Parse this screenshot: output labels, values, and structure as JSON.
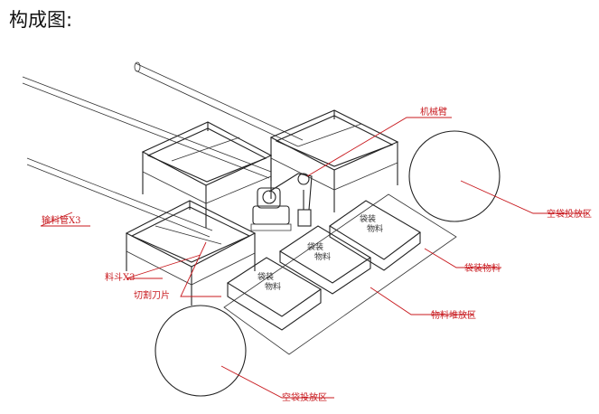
{
  "page": {
    "title": "构成图:"
  },
  "labels": {
    "robot_arm": "机械臂",
    "empty_bag_zone_right": "空袋投放区",
    "conveying_pipe": "输料管X3",
    "bagged_material": "袋装物料",
    "hopper": "料斗X3",
    "cutting_blade": "切割刀片",
    "material_stacking_zone": "物料堆放区",
    "empty_bag_zone_bottom": "空袋投放区"
  },
  "bag_text": [
    "袋装",
    "物料"
  ],
  "colors": {
    "line": "#222222",
    "callout": "#c8191e"
  }
}
